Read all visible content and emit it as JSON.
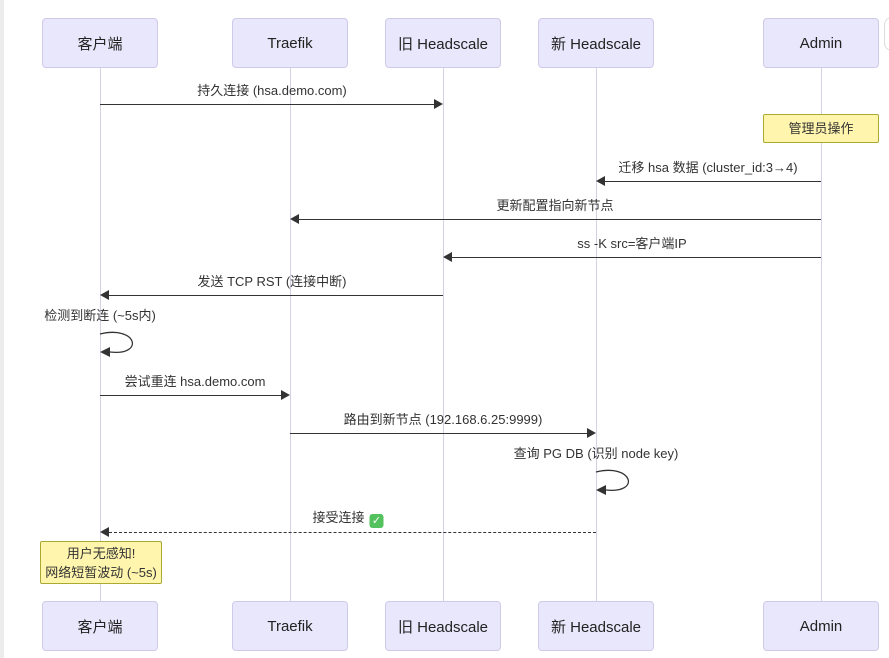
{
  "diagram": {
    "actors": [
      {
        "label": "客户端"
      },
      {
        "label": "Traefik"
      },
      {
        "label": "旧 Headscale"
      },
      {
        "label": "新 Headscale"
      },
      {
        "label": "Admin"
      }
    ],
    "messages": [
      {
        "text": "持久连接 (hsa.demo.com)",
        "from": "客户端",
        "to": "旧 Headscale",
        "style": "solid"
      },
      {
        "text": "迁移 hsa 数据 (cluster_id:3→4)",
        "from": "Admin",
        "to": "新 Headscale",
        "style": "solid"
      },
      {
        "text": "更新配置指向新节点",
        "from": "Admin",
        "to": "Traefik",
        "style": "solid"
      },
      {
        "text": "ss -K src=客户端IP",
        "from": "Admin",
        "to": "旧 Headscale",
        "style": "solid"
      },
      {
        "text": "发送 TCP RST (连接中断)",
        "from": "旧 Headscale",
        "to": "客户端",
        "style": "solid"
      },
      {
        "text": "尝试重连 hsa.demo.com",
        "from": "客户端",
        "to": "Traefik",
        "style": "solid"
      },
      {
        "text": "路由到新节点 (192.168.6.25:9999)",
        "from": "Traefik",
        "to": "新 Headscale",
        "style": "solid"
      },
      {
        "text": "接受连接",
        "from": "新 Headscale",
        "to": "客户端",
        "style": "dashed"
      }
    ],
    "self_messages": [
      {
        "text": "检测到断连 (~5s内)",
        "actor": "客户端"
      },
      {
        "text": "查询 PG DB (识别 node key)",
        "actor": "新 Headscale"
      }
    ],
    "notes": [
      {
        "text": "管理员操作",
        "over": "Admin"
      },
      {
        "line1": "用户无感知!",
        "line2": "网络短暂波动 (~5s)",
        "over": "客户端"
      }
    ],
    "icons": {
      "check": "✓"
    },
    "colors": {
      "actor_bg": "#e9e7fb",
      "note_bg": "#fff5ad",
      "note_border": "#aaaa33",
      "line": "#333333"
    }
  }
}
